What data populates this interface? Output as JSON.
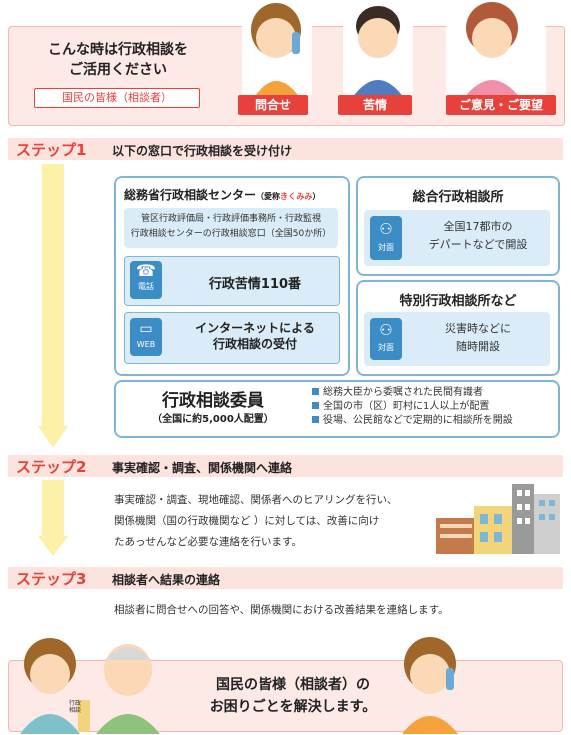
{
  "header": {
    "title_line1": "こんな時は行政相談を",
    "title_line2": "ご活用ください",
    "subtitle": "国民の皆様（相談者）",
    "tags": [
      "問合せ",
      "苦情",
      "ご意見・ご要望"
    ]
  },
  "step1": {
    "label": "ステップ1",
    "title": "以下の窓口で行政相談を受け付け",
    "center": {
      "title": "総務省行政相談センター",
      "nickname_prefix": "（愛称",
      "nickname": "きくみみ",
      "nickname_suffix": "）",
      "desc_line1": "管区行政評価局・行政評価事務所・行政監視",
      "desc_line2": "行政相談センターの行政相談窓口（全国50か所）",
      "phone_label": "電話",
      "phone_text": "行政苦情110番",
      "web_label": "WEB",
      "web_line1": "インターネットによる",
      "web_line2": "行政相談の受付"
    },
    "sogo": {
      "title": "総合行政相談所",
      "icon_label": "対面",
      "line1": "全国17都市の",
      "line2": "デパートなどで開設"
    },
    "tokubetsu": {
      "title": "特別行政相談所など",
      "icon_label": "対面",
      "line1": "災害時などに",
      "line2": "随時開設"
    },
    "iin": {
      "title": "行政相談委員",
      "sub": "（全国に約5,000人配置）",
      "bullets": [
        "総務大臣から委嘱された民間有識者",
        "全国の市（区）町村に1人以上が配置",
        "役場、公民館などで定期的に相談所を開設"
      ]
    }
  },
  "step2": {
    "label": "ステップ2",
    "title": "事実確認・調査、関係機関へ連絡",
    "body": [
      "事実確認・調査、現地確認、関係者へのヒアリングを行い、",
      "関係機関（国の行政機関など ）に対しては、改善に向け",
      "たあっせんなど必要な連絡を行います。"
    ]
  },
  "step3": {
    "label": "ステップ3",
    "title": "相談者へ結果の連絡",
    "body": "相談者に問合せへの回答や、関係機関における改善結果を連絡します。"
  },
  "footer": {
    "line1": "国民の皆様（相談者）の",
    "line2": "お困りごとを解決します。",
    "desk_label": "行政相談"
  },
  "colors": {
    "accent_red": "#e8413b",
    "step_band": "#fde3de",
    "panel_border": "#7fb6d8",
    "panel_inner": "#d9ecf7",
    "icon_blue": "#3c8cc6",
    "arrow_yellow": "#fdf0a8"
  }
}
